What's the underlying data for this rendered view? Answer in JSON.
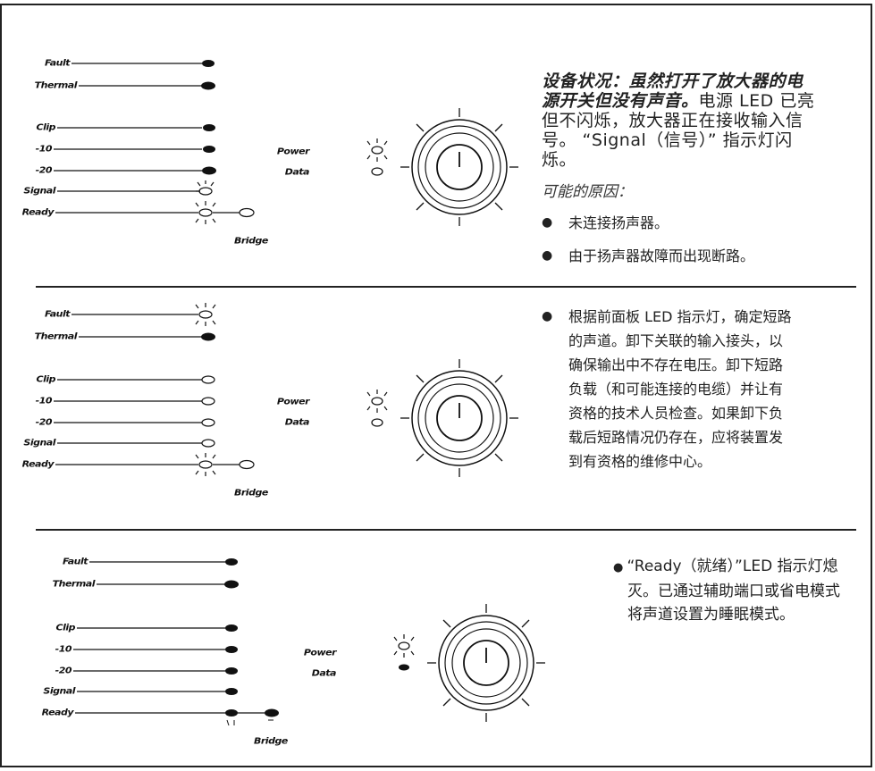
{
  "sections": [
    {
      "channel_labels": [
        "Fault",
        "Thermal",
        "Clip",
        "-10",
        "-20",
        "Signal",
        "Ready"
      ],
      "bridge_label": "Bridge",
      "power_labels": [
        "Power",
        "Data"
      ],
      "heading_bold_1": "设备状况：虽然打开了放大器的电",
      "heading_bold_2": "源开关但没有声音。",
      "heading_rest_2": "电源 LED 已亮",
      "heading_line_3": "但不闪烁，放大器正在接收输入信",
      "heading_line_4": "号。 “Signal（信号）” 指示灯闪",
      "heading_line_5": "烁。",
      "causes_label": "可能的原因：",
      "bullets": [
        "未连接扬声器。",
        "由于扬声器故障而出现断路。"
      ]
    },
    {
      "channel_labels": [
        "Fault",
        "Thermal",
        "Clip",
        "-10",
        "-20",
        "Signal",
        "Ready"
      ],
      "bridge_label": "Bridge",
      "power_labels": [
        "Power",
        "Data"
      ],
      "bullet_lines": [
        "根据前面板 LED 指示灯，确定短路",
        "的声道。卸下关联的输入接头，以",
        "确保输出中不存在电压。卸下短路",
        "负载（和可能连接的电缆）并让有",
        "资格的技术人员检查。如果卸下负",
        "载后短路情况仍存在，应将装置发",
        "到有资格的维修中心。"
      ]
    },
    {
      "channel_labels": [
        "Fault",
        "Thermal",
        "Clip",
        "-10",
        "-20",
        "Signal",
        "Ready"
      ],
      "bridge_label": "Bridge",
      "power_labels": [
        "Power",
        "Data"
      ],
      "bullet_lines": [
        "“Ready（就绪）”LED  指示灯熄",
        "灭。已通过辅助端口或省电模式",
        "将声道设置为睡眠模式。"
      ]
    }
  ]
}
